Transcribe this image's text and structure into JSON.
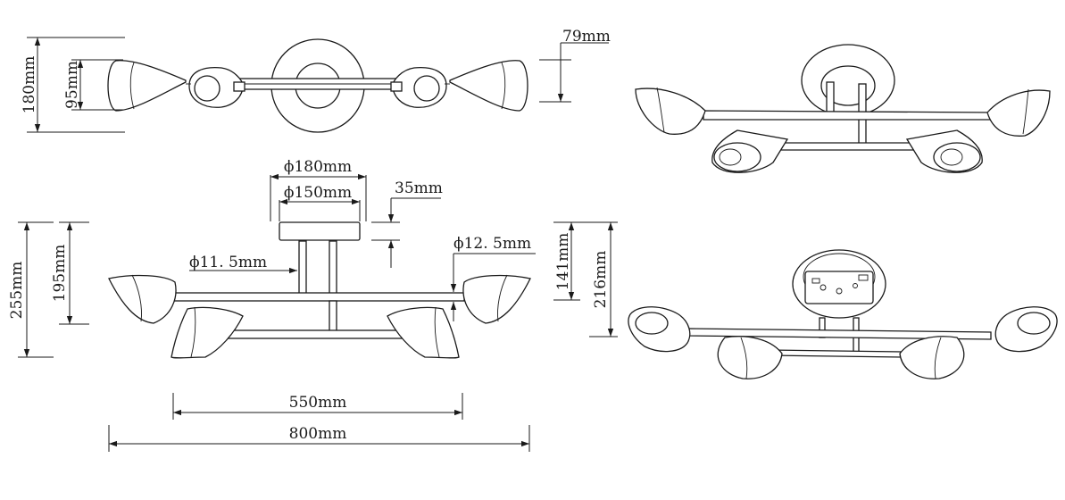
{
  "dimensions": {
    "top_height": "180mm",
    "top_inner": "95mm",
    "top_right": "79mm",
    "plate_outer": "ϕ180mm",
    "plate_inner": "ϕ150mm",
    "plate_depth": "35mm",
    "rod_dia": "ϕ11. 5mm",
    "bar_dia": "ϕ12. 5mm",
    "front_total_h": "255mm",
    "front_drop_h": "195mm",
    "side_lower": "141mm",
    "side_total": "216mm",
    "span_inner": "550mm",
    "span_total": "800mm"
  }
}
